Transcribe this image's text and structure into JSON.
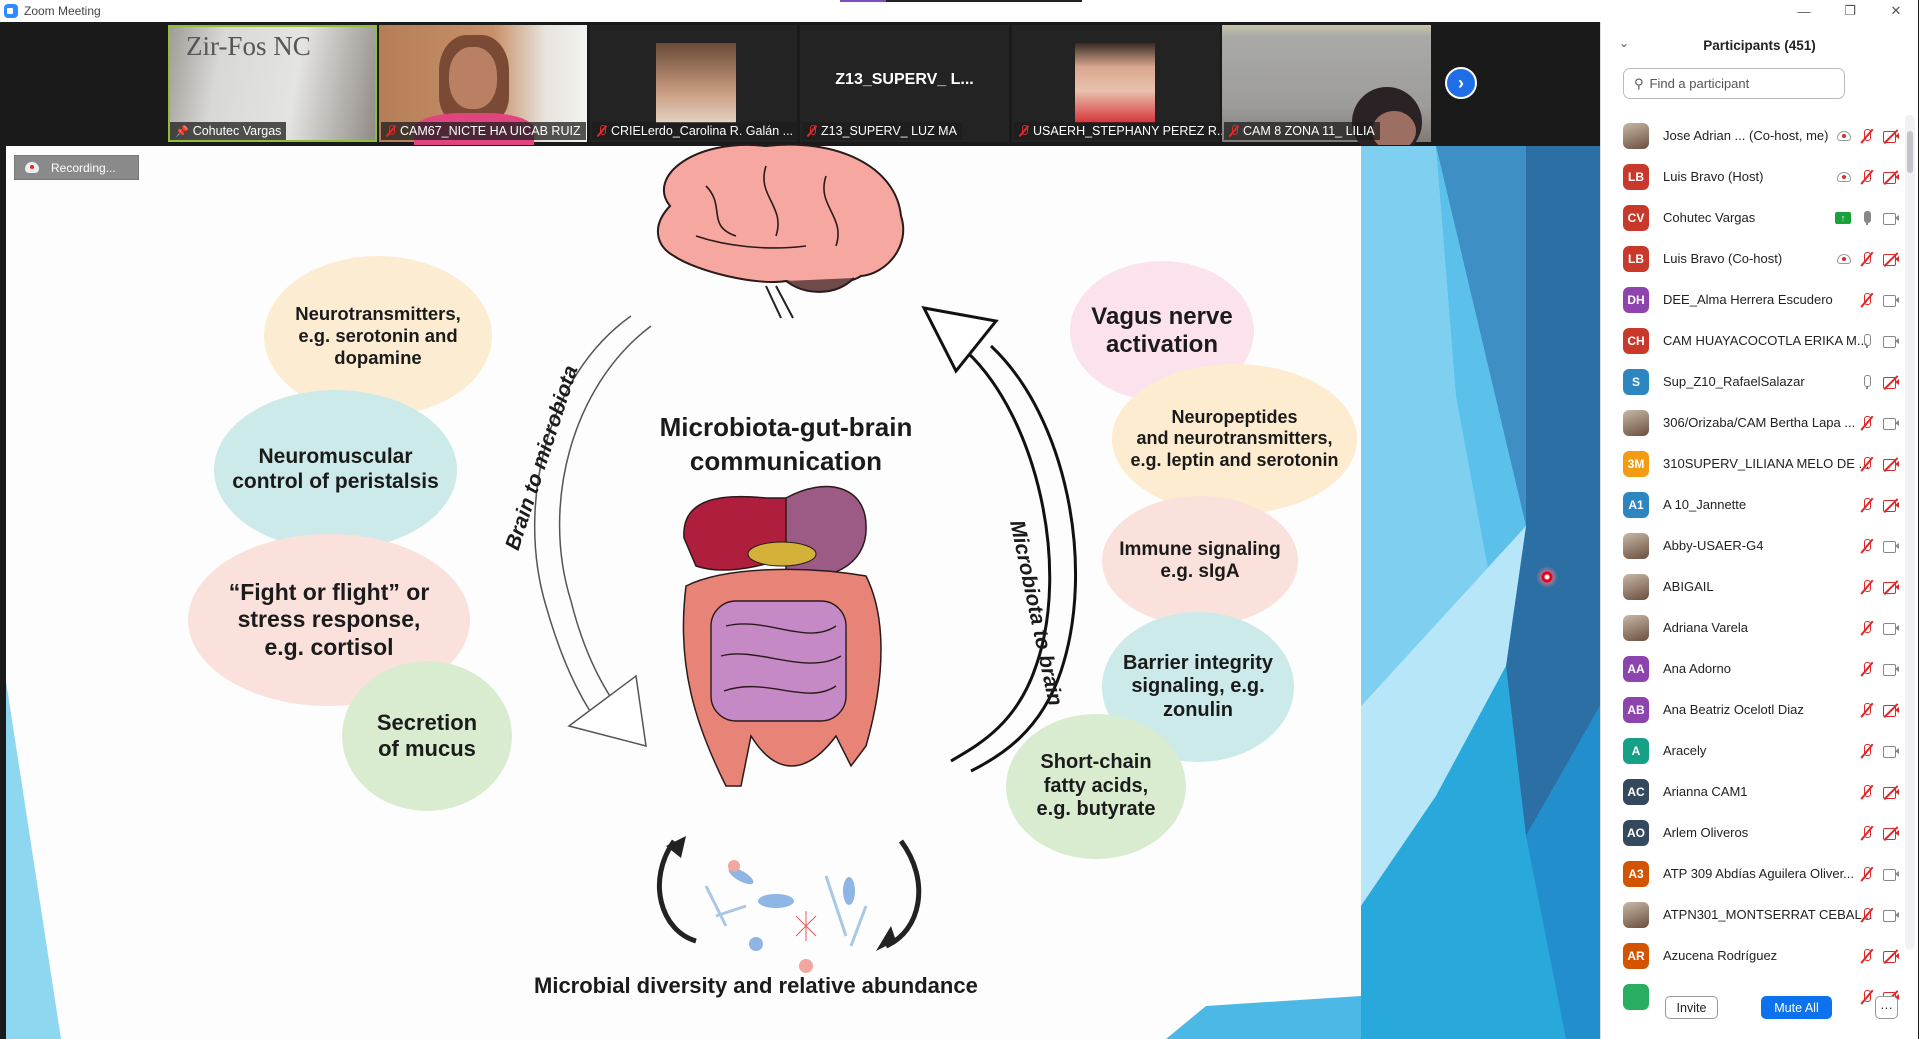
{
  "window": {
    "title": "Zoom Meeting",
    "controls": {
      "minimize": "—",
      "restore": "❐",
      "close": "✕"
    }
  },
  "video_strip": {
    "tiles": [
      {
        "name": "Cohutec Vargas",
        "status_icon": "pin-icon",
        "active_speaker": true,
        "overlay_text": "Zir-Fos NC"
      },
      {
        "name": "CAM67_NICTE HA UICAB RUIZ",
        "status_icon": "mic-muted-icon"
      },
      {
        "name": "CRIELerdo_Carolina R. Galán ...",
        "status_icon": "mic-muted-icon"
      },
      {
        "name": "Z13_SUPERV_ LUZ MA",
        "status_icon": "mic-muted-icon",
        "display_name": "Z13_SUPERV_ L..."
      },
      {
        "name": "USAERH_STEPHANY PEREZ R...",
        "status_icon": "mic-muted-icon"
      },
      {
        "name": "CAM 8 ZONA 11_ LILIA",
        "status_icon": "mic-muted-icon"
      }
    ],
    "next_icon": "chevron-right-icon"
  },
  "share": {
    "recording_label": "Recording...",
    "slide": {
      "title": "Microbiota-gut-brain\ncommunication",
      "left_arc_label": "Brain to microbiota",
      "right_arc_label": "Microbiota to brain",
      "bottom_caption": "Microbial diversity and relative abundance",
      "left_bubbles": [
        {
          "text": "Neurotransmitters,\ne.g. serotonin and\ndopamine",
          "color": "#fcecd2"
        },
        {
          "text": "Neuromuscular\ncontrol of peristalsis",
          "color": "#cdeaea"
        },
        {
          "text": "“Fight or flight” or\nstress response,\ne.g. cortisol",
          "color": "#fbe1dc"
        },
        {
          "text": "Secretion\nof mucus",
          "color": "#d9ecd0"
        }
      ],
      "right_bubbles": [
        {
          "text": "Vagus nerve\nactivation",
          "color": "#fbe2ec"
        },
        {
          "text": "Neuropeptides\nand neurotransmitters,\ne.g. leptin and serotonin",
          "color": "#fdeccf"
        },
        {
          "text": "Immune signaling\ne.g. sIgA",
          "color": "#fbe1dc"
        },
        {
          "text": "Barrier integrity\nsignaling, e.g.\nzonulin",
          "color": "#cdeaea"
        },
        {
          "text": "Short-chain\nfatty acids,\ne.g. butyrate",
          "color": "#d9ecd0"
        }
      ]
    }
  },
  "participants": {
    "title": "Participants (451)",
    "search_placeholder": "Find a participant",
    "list": [
      {
        "name": "Jose Adrian ...  (Co-host, me)",
        "avatar_type": "photo",
        "recording": true,
        "mic": "muted",
        "video": "off"
      },
      {
        "name": "Luis Bravo (Host)",
        "initials": "LB",
        "color": "#c8392b",
        "recording": true,
        "mic": "muted",
        "video": "off"
      },
      {
        "name": "Cohutec Vargas",
        "initials": "CV",
        "color": "#c8392b",
        "sharing": true,
        "mic": "on",
        "video": "on"
      },
      {
        "name": "Luis Bravo (Co-host)",
        "initials": "LB",
        "color": "#c8392b",
        "recording": true,
        "mic": "muted",
        "video": "off"
      },
      {
        "name": "DEE_Alma Herrera Escudero",
        "initials": "DH",
        "color": "#8e44ad",
        "mic": "muted",
        "video": "on"
      },
      {
        "name": "CAM HUAYACOCOTLA ERIKA M...",
        "initials": "CH",
        "color": "#c8392b",
        "mic": "unmuted",
        "video": "on"
      },
      {
        "name": "Sup_Z10_RafaelSalazar",
        "initials": "S",
        "color": "#2e86c1",
        "mic": "unmuted",
        "video": "off"
      },
      {
        "name": "306/Orizaba/CAM Bertha Lapa ...",
        "avatar_type": "photo",
        "mic": "muted",
        "video": "on"
      },
      {
        "name": "310SUPERV_LILIANA MELO DE ...",
        "initials": "3M",
        "color": "#f39c12",
        "mic": "muted",
        "video": "off"
      },
      {
        "name": "A 10_Jannette",
        "initials": "A1",
        "color": "#2e86c1",
        "mic": "muted",
        "video": "off"
      },
      {
        "name": "Abby-USAER-G4",
        "avatar_type": "photo",
        "mic": "muted",
        "video": "on"
      },
      {
        "name": "ABIGAIL",
        "avatar_type": "photo",
        "mic": "muted",
        "video": "off"
      },
      {
        "name": "Adriana Varela",
        "avatar_type": "photo",
        "mic": "muted",
        "video": "on"
      },
      {
        "name": "Ana Adorno",
        "initials": "AA",
        "color": "#8e44ad",
        "mic": "muted",
        "video": "on"
      },
      {
        "name": "Ana Beatriz Ocelotl Diaz",
        "initials": "AB",
        "color": "#8e44ad",
        "mic": "muted",
        "video": "off"
      },
      {
        "name": "Aracely",
        "initials": "A",
        "color": "#16a085",
        "mic": "muted",
        "video": "on"
      },
      {
        "name": "Arianna CAM1",
        "initials": "AC",
        "color": "#34495e",
        "mic": "muted",
        "video": "off"
      },
      {
        "name": "Arlem Oliveros",
        "initials": "AO",
        "color": "#34495e",
        "mic": "muted",
        "video": "off"
      },
      {
        "name": "ATP 309 Abdías Aguilera Oliver...",
        "initials": "A3",
        "color": "#d35400",
        "mic": "muted",
        "video": "on"
      },
      {
        "name": "ATPN301_MONTSERRAT CEBAL...",
        "avatar_type": "photo",
        "mic": "muted",
        "video": "on"
      },
      {
        "name": "Azucena Rodríguez",
        "initials": "AR",
        "color": "#d35400",
        "mic": "muted",
        "video": "off"
      },
      {
        "name": "",
        "initials": "",
        "color": "#27ae60",
        "mic": "muted",
        "video": "off"
      }
    ],
    "buttons": {
      "invite": "Invite",
      "mute_all": "Mute All",
      "more": "···"
    }
  }
}
